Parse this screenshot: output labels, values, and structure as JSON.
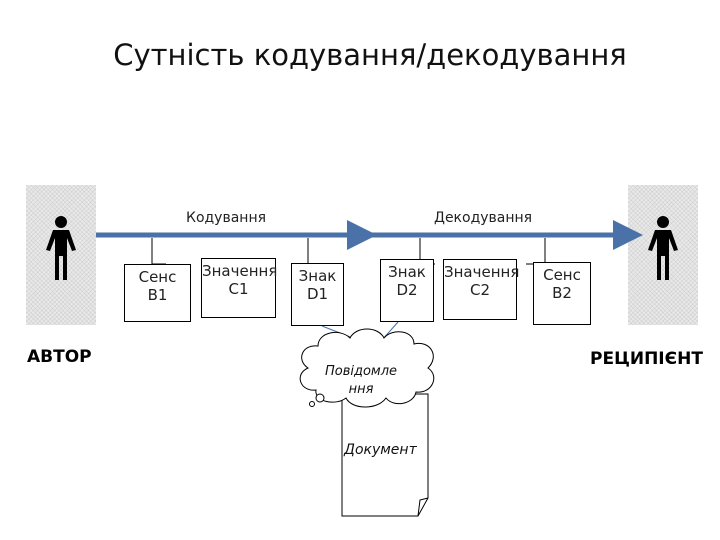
{
  "title": "Сутність кодування/декодування",
  "encoding_label": "Кодування",
  "decoding_label": "Декодування",
  "boxes": [
    {
      "line1": "Сенс",
      "line2": "В1"
    },
    {
      "line1": "Значення",
      "line2": "С1"
    },
    {
      "line1": "Знак",
      "line2": "D1"
    },
    {
      "line1": "Знак",
      "line2": "D2"
    },
    {
      "line1": "Значення",
      "line2": "С2"
    },
    {
      "line1": "Сенс",
      "line2": "В2"
    }
  ],
  "author_label": "АВТОР",
  "recipient_label": "РЕЦИПІЄНТ",
  "message": {
    "line1": "Повідомле",
    "line2": "ння"
  },
  "document_label": "Документ",
  "colors": {
    "arrow": "#4a72a8"
  }
}
